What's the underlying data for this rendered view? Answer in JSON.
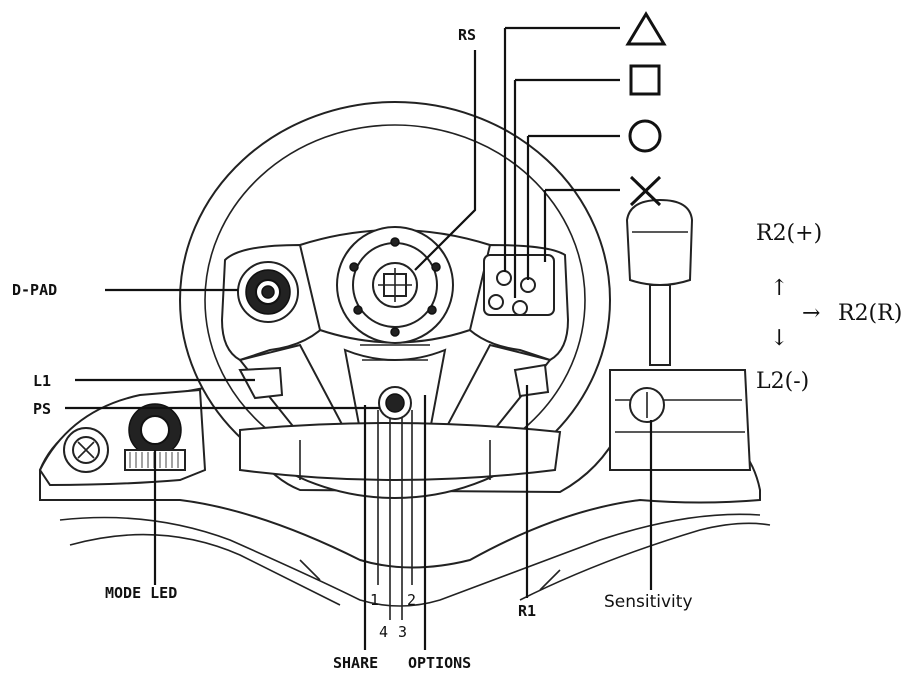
{
  "labels": {
    "rs": "RS",
    "dpad": "D-PAD",
    "l1": "L1",
    "ps": "PS",
    "mode_led": "MODE LED",
    "share": "SHARE",
    "options": "OPTIONS",
    "r1": "R1",
    "sensitivity": "Sensitivity",
    "r2_plus": "R2(+)",
    "r2_r": "R2(R)",
    "l2_minus": "L2(-)",
    "num_1": "1",
    "num_2": "2",
    "num_3": "3",
    "num_4": "4"
  },
  "symbols": {
    "triangle": "triangle-symbol",
    "square": "square-symbol",
    "circle": "circle-symbol",
    "cross": "cross-symbol"
  },
  "arrows": {
    "up": "↑",
    "down": "↓",
    "right": "→"
  }
}
